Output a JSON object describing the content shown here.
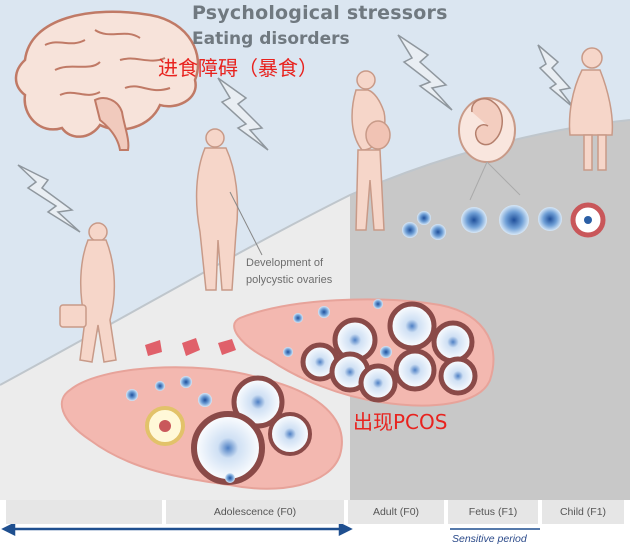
{
  "title": {
    "line1": "Psychological stressors",
    "line2": "Eating disorders"
  },
  "annotations": {
    "eating_disorder_cn": "进食障碍（暴食）",
    "pcos_cn": "出现PCOS",
    "development_label": "Development of polycystic ovaries"
  },
  "timeline": {
    "stages": [
      {
        "label": ""
      },
      {
        "label": "Adolescence (F0)"
      },
      {
        "label": "Adult (F0)"
      },
      {
        "label": "Fetus (F1)"
      },
      {
        "label": "Child (F1)"
      }
    ],
    "sensitive_period": "Sensitive period"
  },
  "colors": {
    "sky": "#dbe6f1",
    "ground_light": "#ececec",
    "ground_dark": "#c8c8c8",
    "skin": "#f6d6c9",
    "outline": "#c89a88",
    "ovary": "#f3b8b0",
    "follicle_ring": "#8a4a48",
    "accent_red": "#e8231f",
    "arrow_blue": "#1f4f8f"
  }
}
